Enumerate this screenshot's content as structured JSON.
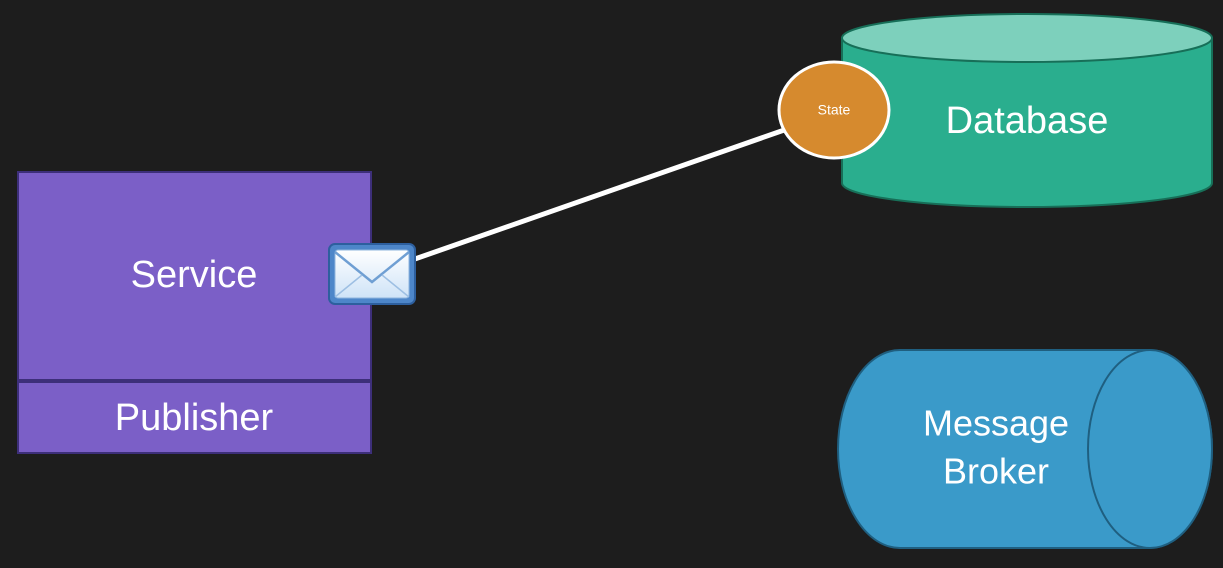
{
  "diagram": {
    "service": {
      "label": "Service",
      "color": "#7b5fc7"
    },
    "publisher": {
      "label": "Publisher",
      "color": "#7b5fc7"
    },
    "database": {
      "label": "Database",
      "body_color": "#2aae8e",
      "top_color": "#7dd0bc"
    },
    "state": {
      "label": "State",
      "color": "#d68a2e"
    },
    "message_broker": {
      "label_line1": "Message",
      "label_line2": "Broker",
      "color": "#3a9ac9"
    },
    "envelope": {
      "icon": "envelope-icon"
    },
    "connector": {
      "color": "#ffffff"
    }
  }
}
